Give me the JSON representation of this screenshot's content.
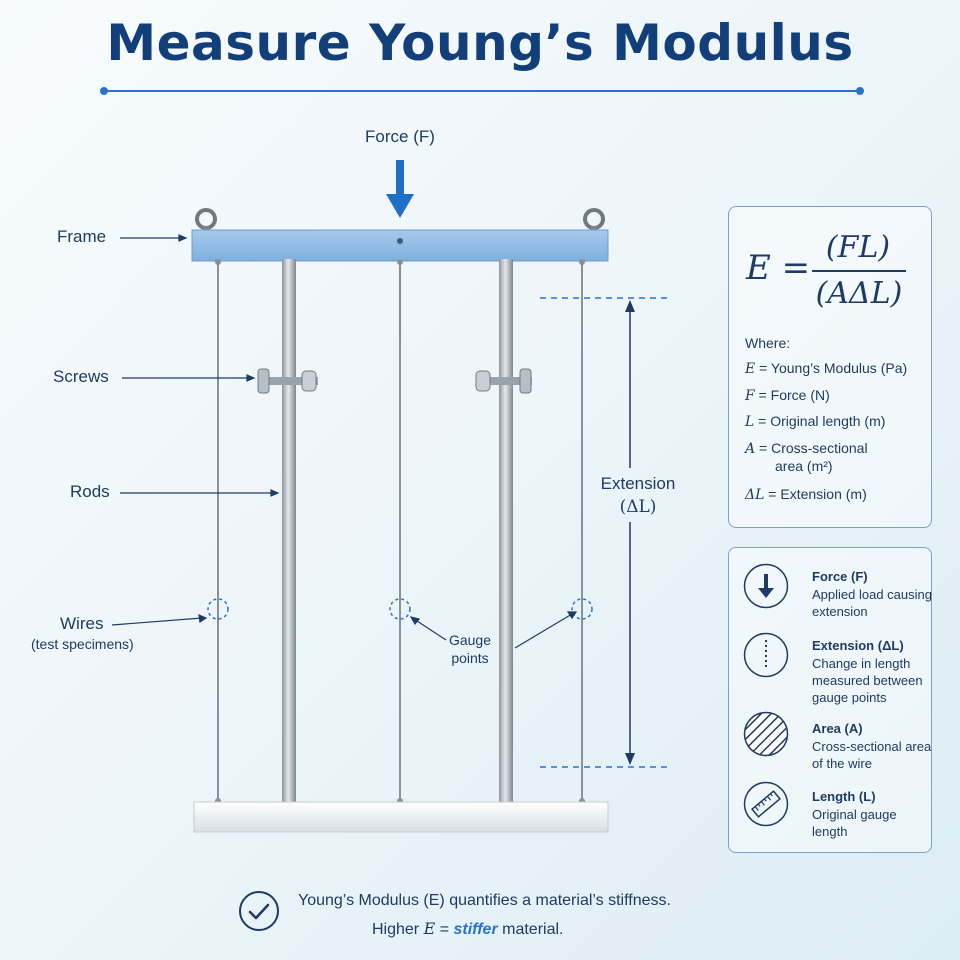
{
  "title": "Measure Young’s Modulus",
  "force_label": "Force (F)",
  "labels": {
    "frame": "Frame",
    "screws": "Screws",
    "rods": "Rods",
    "wires": "Wires",
    "wires_sub": "(test specimens)",
    "gauge_line1": "Gauge",
    "gauge_line2": "points",
    "extension": "Extension",
    "extension_sym": "(ΔL)"
  },
  "formula": {
    "lhs": "E =",
    "numerator": "(FL)",
    "denominator": "(AΔL)",
    "where_label": "Where:",
    "defs": [
      {
        "sym": "E",
        "text": " = Young’s Modulus (Pa)"
      },
      {
        "sym": "F",
        "text": " = Force (N)"
      },
      {
        "sym": "L",
        "text": " = Original length (m)"
      },
      {
        "sym": "A",
        "text": " = Cross-sectional"
      },
      {
        "sym": "",
        "text": "area (m²)"
      },
      {
        "sym": "ΔL",
        "text": " = Extension (m)"
      }
    ]
  },
  "legend": [
    {
      "icon": "down-arrow-icon",
      "title": "Force (F)",
      "desc": "Applied load causing extension"
    },
    {
      "icon": "dotted-line-icon",
      "title": "Extension (ΔL)",
      "desc": "Change in length measured between gauge points"
    },
    {
      "icon": "hatched-circle-icon",
      "title": "Area (A)",
      "desc": "Cross-sectional area of the wire"
    },
    {
      "icon": "ruler-icon",
      "title": "Length (L)",
      "desc": "Original gauge length"
    }
  ],
  "bottom": {
    "line1": "Young’s Modulus (E) quantifies a material’s stiffness.",
    "line2_pre": "Higher ",
    "line2_sym": "E",
    "line2_eq": " = ",
    "line2_em": "stiffer",
    "line2_post": " material."
  },
  "colors": {
    "title": "#123f7a",
    "accent": "#2a73c8",
    "frame": "#8fbbe3",
    "text": "#1f3b63"
  }
}
